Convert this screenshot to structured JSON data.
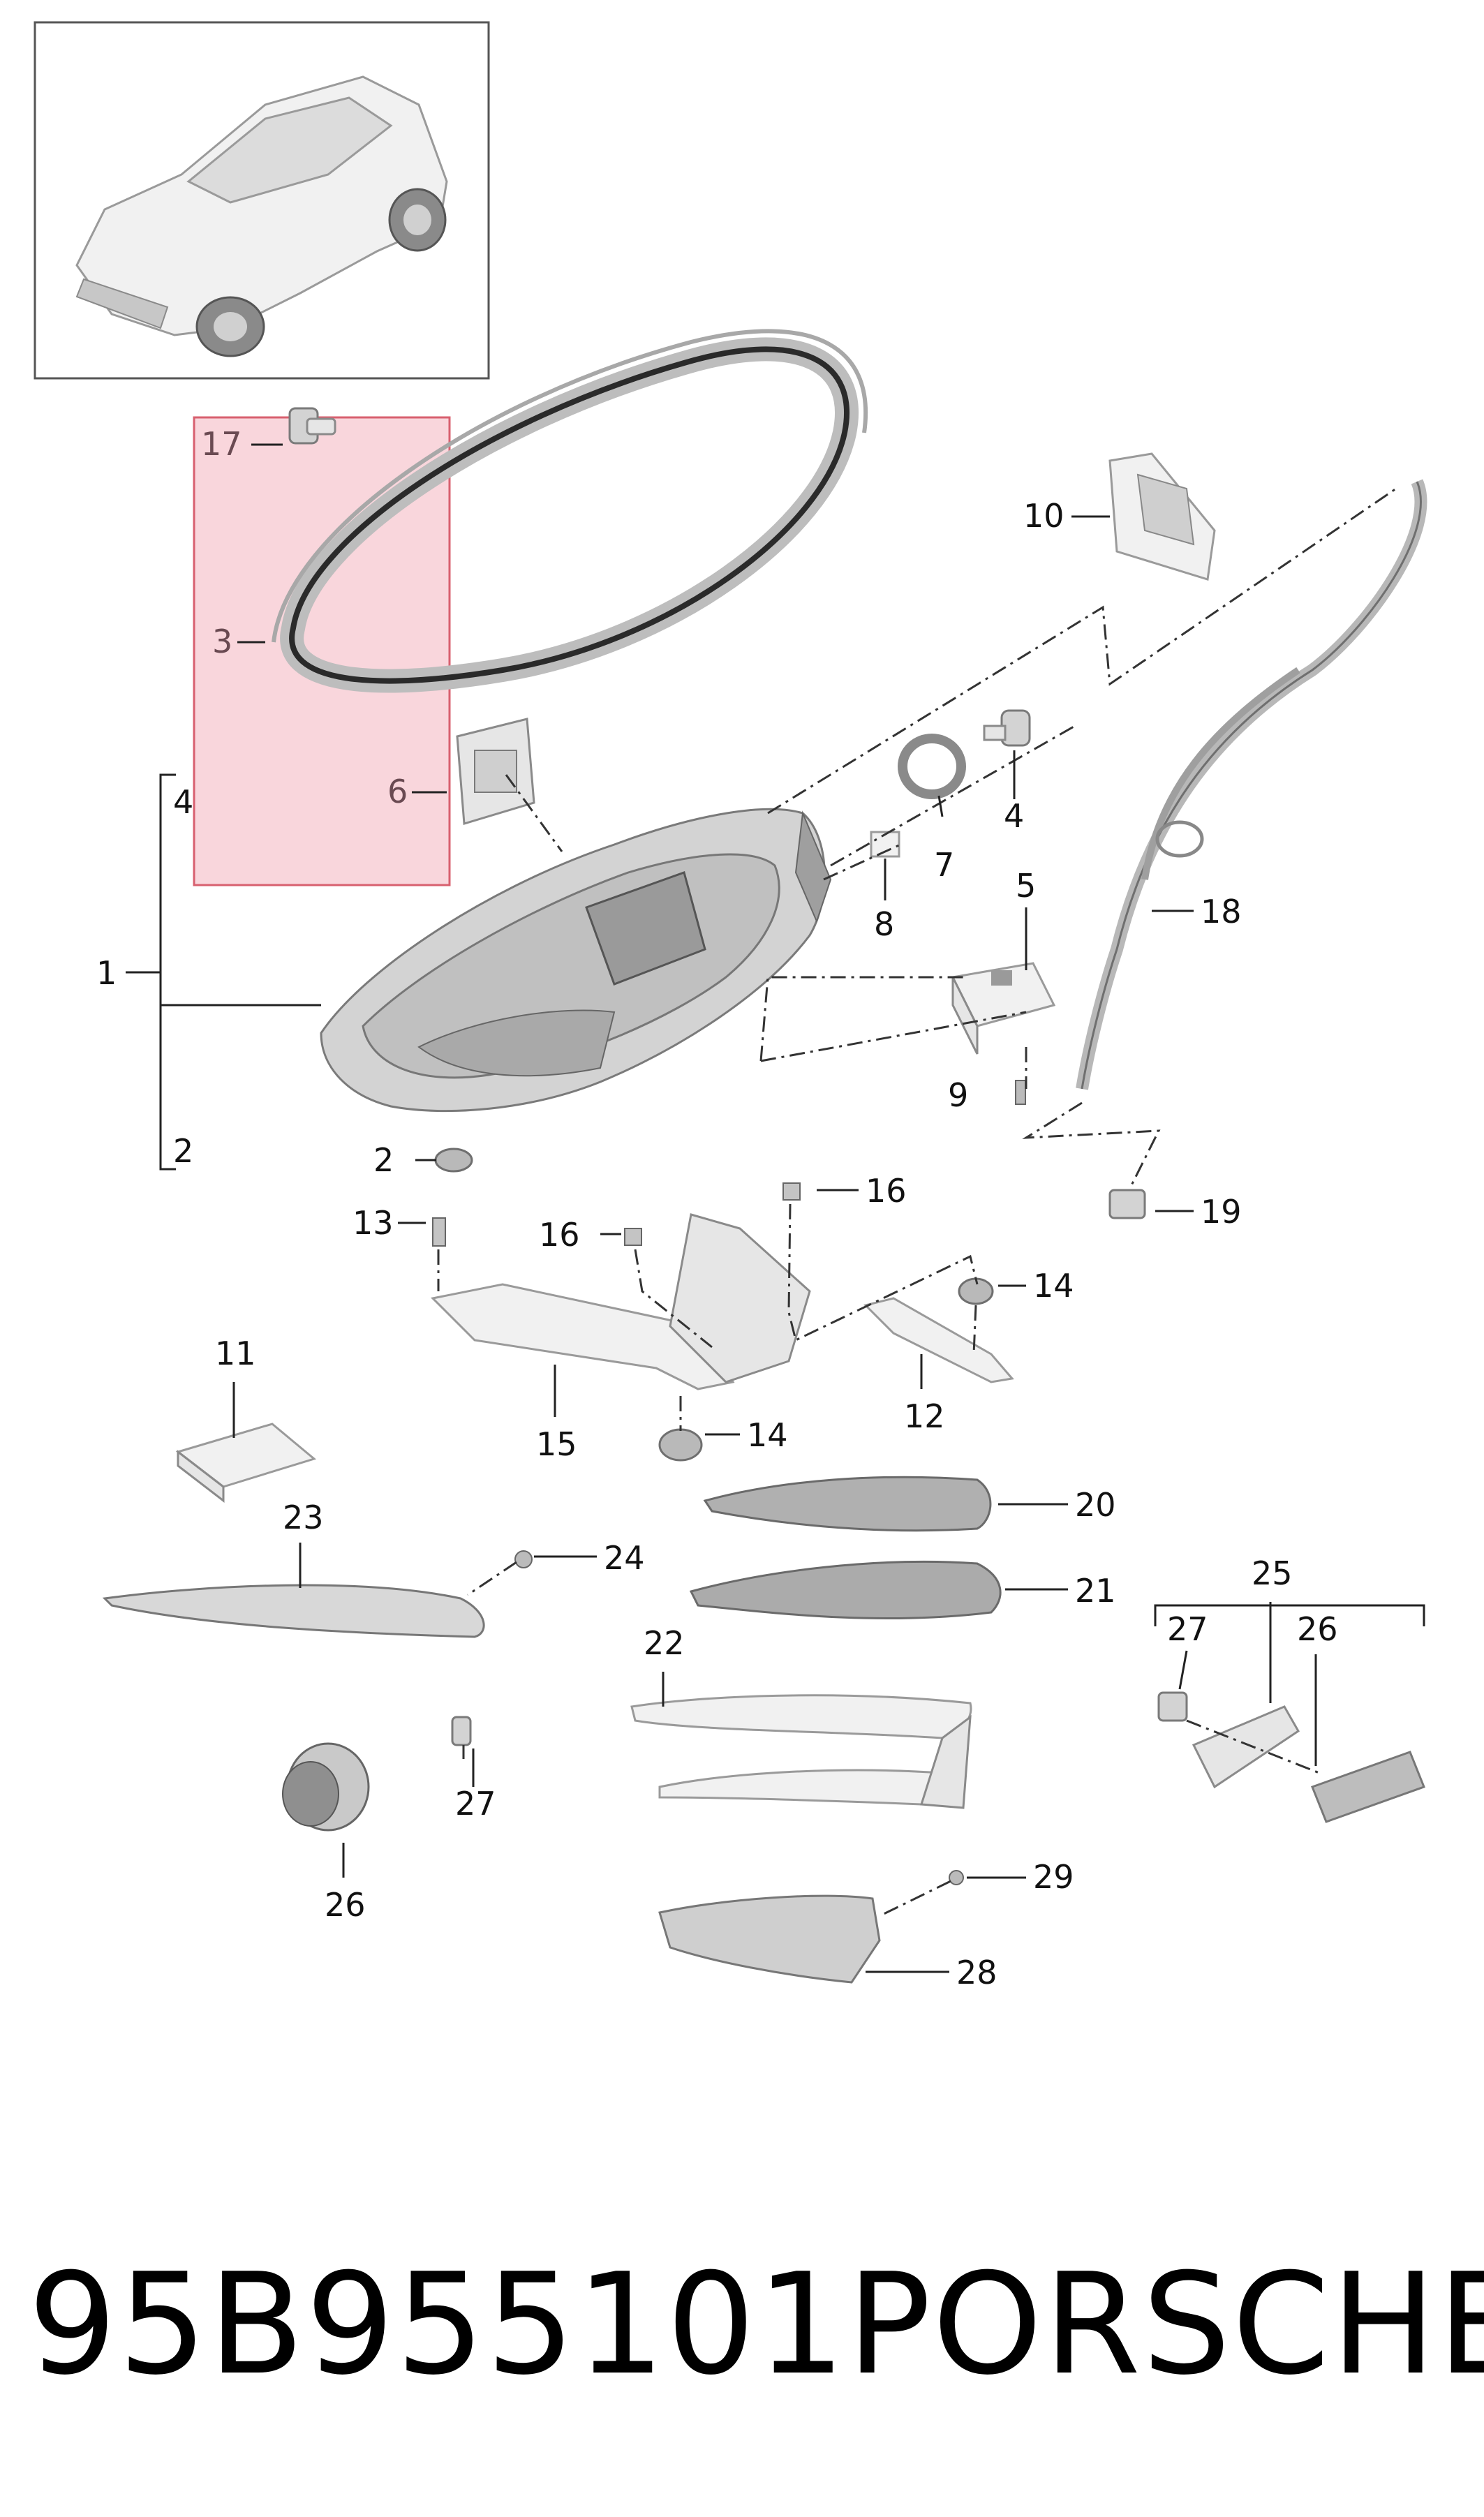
{
  "caption": {
    "part_number": "95B955101",
    "brand": "PORSCHE"
  },
  "callouts": [
    {
      "id": "c1",
      "text": "1"
    },
    {
      "id": "c2a",
      "text": "2"
    },
    {
      "id": "c2b",
      "text": "2"
    },
    {
      "id": "c3",
      "text": "3"
    },
    {
      "id": "c4a",
      "text": "4"
    },
    {
      "id": "c4b",
      "text": "4"
    },
    {
      "id": "c5",
      "text": "5"
    },
    {
      "id": "c6",
      "text": "6"
    },
    {
      "id": "c7",
      "text": "7"
    },
    {
      "id": "c8",
      "text": "8"
    },
    {
      "id": "c9",
      "text": "9"
    },
    {
      "id": "c10",
      "text": "10"
    },
    {
      "id": "c11",
      "text": "11"
    },
    {
      "id": "c12",
      "text": "12"
    },
    {
      "id": "c13",
      "text": "13"
    },
    {
      "id": "c14a",
      "text": "14"
    },
    {
      "id": "c14b",
      "text": "14"
    },
    {
      "id": "c15",
      "text": "15"
    },
    {
      "id": "c16a",
      "text": "16"
    },
    {
      "id": "c16b",
      "text": "16"
    },
    {
      "id": "c17",
      "text": "17"
    },
    {
      "id": "c18",
      "text": "18"
    },
    {
      "id": "c19",
      "text": "19"
    },
    {
      "id": "c20",
      "text": "20"
    },
    {
      "id": "c21",
      "text": "21"
    },
    {
      "id": "c22",
      "text": "22"
    },
    {
      "id": "c23",
      "text": "23"
    },
    {
      "id": "c24",
      "text": "24"
    },
    {
      "id": "c25",
      "text": "25"
    },
    {
      "id": "c26a",
      "text": "26"
    },
    {
      "id": "c26b",
      "text": "26"
    },
    {
      "id": "c27a",
      "text": "27"
    },
    {
      "id": "c27b",
      "text": "27"
    },
    {
      "id": "c28",
      "text": "28"
    },
    {
      "id": "c29",
      "text": "29"
    }
  ],
  "colors": {
    "highlight_fill": "#f9d6dc",
    "highlight_stroke": "#d8606f",
    "part_fill": "#e6e6e6",
    "line": "#222222"
  }
}
